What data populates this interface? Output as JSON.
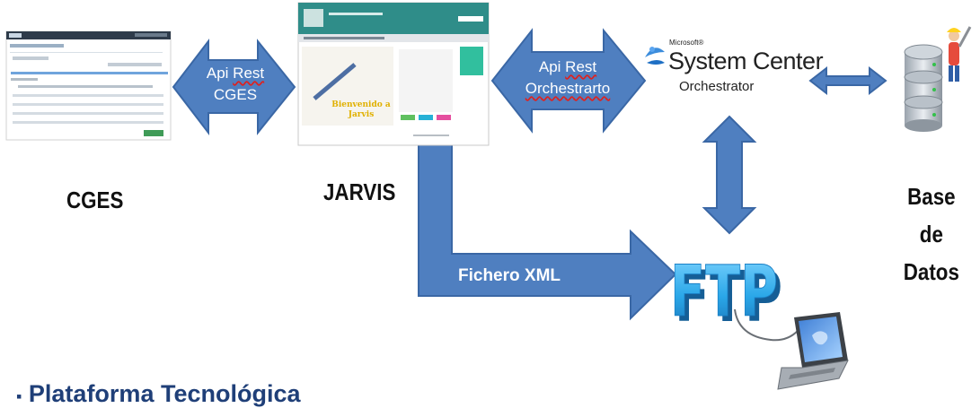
{
  "nodes": {
    "cges": "CGES",
    "jarvis": "JARVIS",
    "db_line1": "Base de",
    "db_line2": "Datos"
  },
  "arrows": {
    "api_cges_line1": "Api",
    "api_cges_word": "Rest",
    "api_cges_line2": "CGES",
    "api_orch_line1": "Api",
    "api_orch_word": "Rest",
    "api_orch_line2": "Orchestrarto",
    "xml": "Fichero XML"
  },
  "system_center": {
    "vendor": "Microsoft®",
    "product": "System Center",
    "component": "Orchestrator"
  },
  "ftp": {
    "label": "FTP"
  },
  "jarvis_screen": {
    "welcome_line1": "Bienvenido a",
    "welcome_line2": "Jarvis"
  },
  "footer_partial": "Plataforma Tecnológica",
  "colors": {
    "arrow_fill": "#4f7fc0",
    "arrow_stroke": "#3a67a5",
    "ftp_blue": "#2aa7e8",
    "jarvis_header": "#2f8d89"
  },
  "icons": [
    "database-server-icon",
    "laptop-icon",
    "system-center-logo-icon"
  ]
}
